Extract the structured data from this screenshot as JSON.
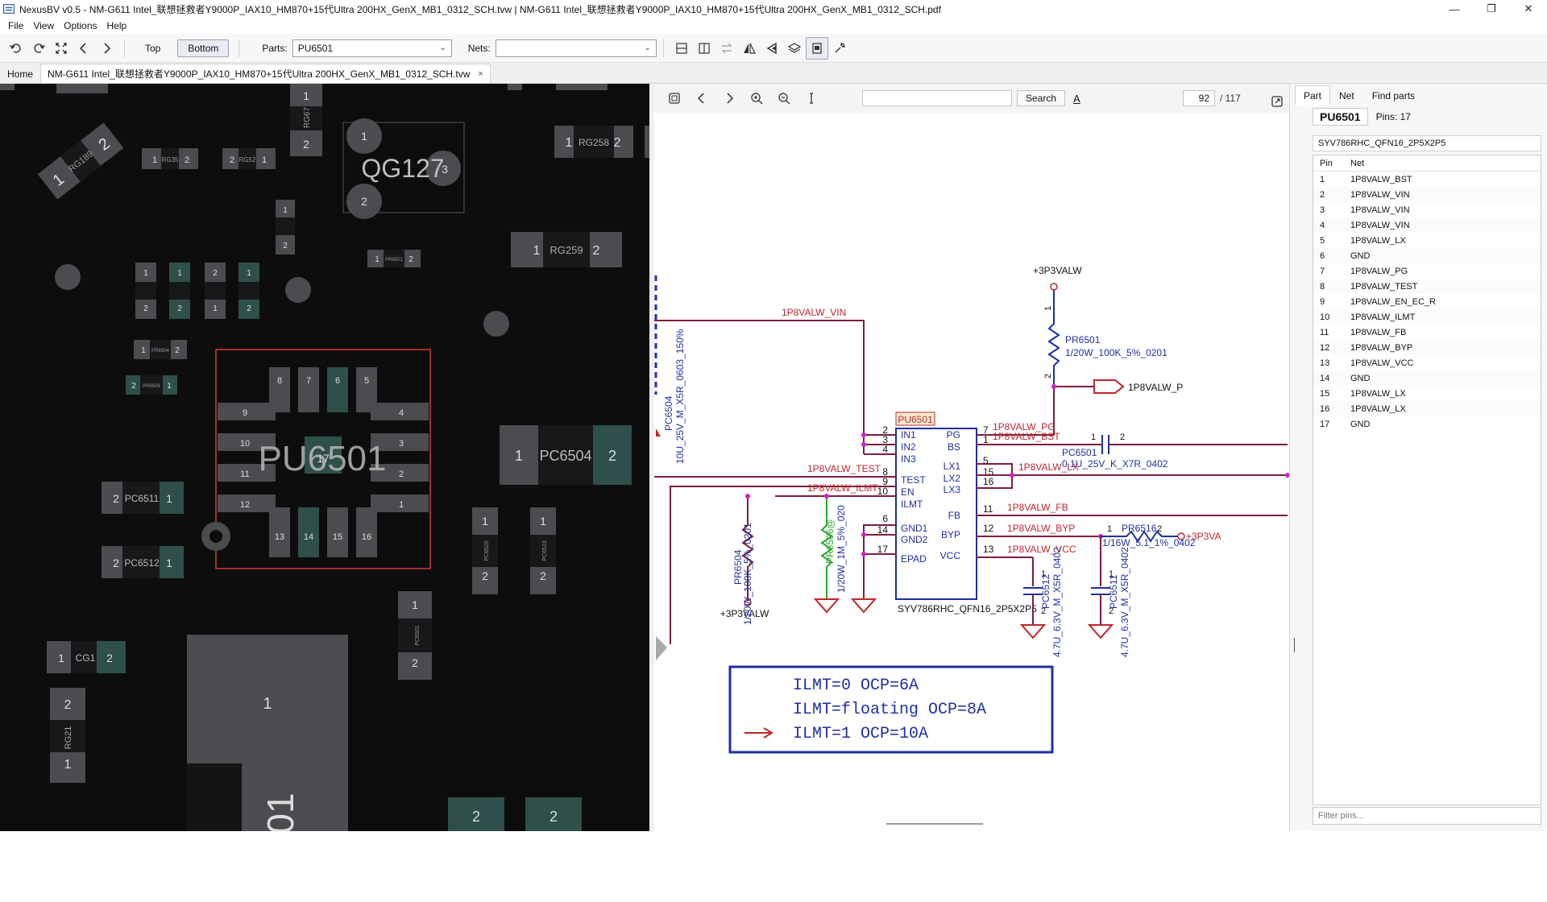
{
  "window": {
    "title": "NexusBV v0.5 - NM-G611 Intel_联想拯救者Y9000P_IAX10_HM870+15代Ultra 200HX_GenX_MB1_0312_SCH.tvw | NM-G611 Intel_联想拯救者Y9000P_IAX10_HM870+15代Ultra 200HX_GenX_MB1_0312_SCH.pdf",
    "minimize": "—",
    "maximize": "❐",
    "close": "✕"
  },
  "menu": [
    "File",
    "View",
    "Options",
    "Help"
  ],
  "toolbar": {
    "top_label": "Top",
    "bottom_label": "Bottom",
    "parts_label": "Parts:",
    "parts_value": "PU6501",
    "nets_label": "Nets:",
    "nets_value": ""
  },
  "tabs": {
    "home": "Home",
    "file": "NM-G611 Intel_联想拯救者Y9000P_IAX10_HM870+15代Ultra 200HX_GenX_MB1_0312_SCH.tvw",
    "close": "×"
  },
  "board": {
    "main_part": "PU6501",
    "labels": {
      "qg127": "QG127",
      "pc6504": "PC6504",
      "pc6511": "PC6511",
      "pc6512": "PC6512",
      "rg258": "RG258",
      "rg259": "RG259",
      "rg189": "RG189",
      "cg1": "CG1",
      "rg21": "RG21",
      "rg67": "RG67",
      "rg35": "RG35",
      "rg52": "RG52",
      "pr6501": "PR6501",
      "pr6504": "PR6504",
      "pr6506": "PR6506",
      "pc6520": "PC6520",
      "pc6523": "PC6523",
      "pc6501": "PC6501"
    },
    "pins_top": [
      "8",
      "7",
      "6",
      "5"
    ],
    "pins_left": [
      "9",
      "10",
      "11",
      "12"
    ],
    "pins_right": [
      "4",
      "3",
      "2",
      "1"
    ],
    "pins_bottom": [
      "13",
      "14",
      "15",
      "16"
    ],
    "epad": "17"
  },
  "pdf": {
    "search_button": "Search",
    "page_current": "92",
    "page_total": "/ 117",
    "schematic": {
      "ic_ref": "PU6501",
      "ic_part": "SYV786RHC_QFN16_2P5X2P5",
      "left_pins": [
        {
          "num": "2",
          "name": "IN1"
        },
        {
          "num": "3",
          "name": "IN2"
        },
        {
          "num": "4",
          "name": "IN3"
        },
        {
          "num": "8",
          "name": "TEST"
        },
        {
          "num": "9",
          "name": "EN"
        },
        {
          "num": "10",
          "name": "ILMT"
        },
        {
          "num": "6",
          "name": "GND1"
        },
        {
          "num": "14",
          "name": "GND2"
        },
        {
          "num": "17",
          "name": "EPAD"
        }
      ],
      "right_pins": [
        {
          "num": "7",
          "name": "PG"
        },
        {
          "num": "1",
          "name": "BS"
        },
        {
          "num": "5",
          "name": "LX1"
        },
        {
          "num": "15",
          "name": "LX2"
        },
        {
          "num": "16",
          "name": "LX3"
        },
        {
          "num": "11",
          "name": "FB"
        },
        {
          "num": "12",
          "name": "BYP"
        },
        {
          "num": "13",
          "name": "VCC"
        }
      ],
      "nets": {
        "vin": "1P8VALW_VIN",
        "test": "1P8VALW_TEST",
        "ilmt": "1P8VALW_ILMT",
        "pg": "1P8VALW_PG",
        "bst": "1P8VALW_BST",
        "lx": "1P8VALW_LX",
        "fb": "1P8VALW_FB",
        "byp": "1P8VALW_BYP",
        "vcc": "1P8VALW_VCC",
        "pg_port": "1P8VALW_P",
        "rail_top": "+3P3VALW",
        "rail_bottom": "+3P3VALW",
        "rail_right": "+3P3VA"
      },
      "components": {
        "pr6501": "PR6501",
        "pr6501_val": "1/20W_100K_5%_0201",
        "pc6501": "PC6501",
        "pc6501_val": "0.1U_25V_K_X7R_0402",
        "pr6516": "PR6516",
        "pr6516_val": "1/16W_5.1_1%_0402",
        "pr6504": "PR6504",
        "pr6504_val": "1/20W_100K_5%_0201",
        "pr6506": "PR6506@",
        "pr6506_val": "1/20W_1M_5%_020",
        "pc6512": "PC6512",
        "pc6512_val": "4.7U_6.3V_M_X5R_0402",
        "pc6511": "PC6511",
        "pc6511_val": "4.7U_6.3V_M_X5R_0402",
        "pc6504": "PC6504",
        "pc6504_val": "10U_25V_M_X5R_0603_150%"
      },
      "note_lines": [
        "ILMT=0   OCP=6A",
        "ILMT=floating  OCP=8A",
        "ILMT=1   OCP=10A"
      ],
      "pin_labels": {
        "one": "1",
        "two": "2"
      }
    }
  },
  "panel": {
    "tabs": [
      "Part",
      "Net",
      "Find parts"
    ],
    "part_name": "PU6501",
    "pins_count": "Pins: 17",
    "package": "SYV786RHC_QFN16_2P5X2P5",
    "col_pin": "Pin",
    "col_net": "Net",
    "rows": [
      {
        "pin": "1",
        "net": "1P8VALW_BST"
      },
      {
        "pin": "2",
        "net": "1P8VALW_VIN"
      },
      {
        "pin": "3",
        "net": "1P8VALW_VIN"
      },
      {
        "pin": "4",
        "net": "1P8VALW_VIN"
      },
      {
        "pin": "5",
        "net": "1P8VALW_LX"
      },
      {
        "pin": "6",
        "net": "GND"
      },
      {
        "pin": "7",
        "net": "1P8VALW_PG"
      },
      {
        "pin": "8",
        "net": "1P8VALW_TEST"
      },
      {
        "pin": "9",
        "net": "1P8VALW_EN_EC_R"
      },
      {
        "pin": "10",
        "net": "1P8VALW_ILMT"
      },
      {
        "pin": "11",
        "net": "1P8VALW_FB"
      },
      {
        "pin": "12",
        "net": "1P8VALW_BYP"
      },
      {
        "pin": "13",
        "net": "1P8VALW_VCC"
      },
      {
        "pin": "14",
        "net": "GND"
      },
      {
        "pin": "15",
        "net": "1P8VALW_LX"
      },
      {
        "pin": "16",
        "net": "1P8VALW_LX"
      },
      {
        "pin": "17",
        "net": "GND"
      }
    ],
    "filter_placeholder": "Filter pins..."
  },
  "colors": {
    "board_bg": "#0d0d0d",
    "pad_gray": "#4b4c50",
    "pad_green": "#2f4f4a",
    "highlight_red": "#d83a3a",
    "sch_net": "#7b1f3a",
    "sch_label": "#c0262c",
    "sch_blue": "#1f2fa0"
  }
}
